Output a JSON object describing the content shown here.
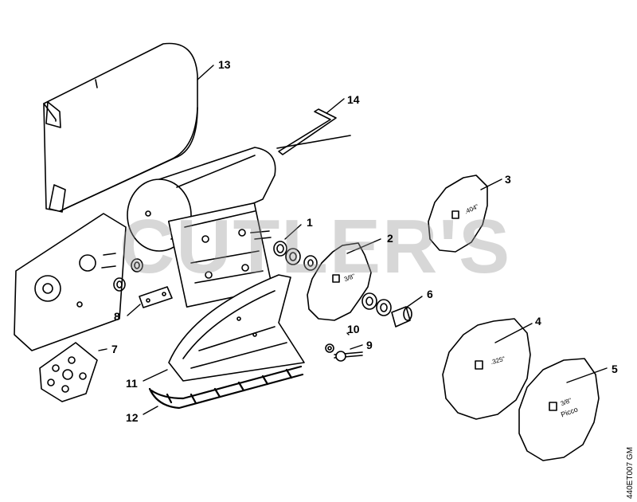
{
  "callouts": [
    "1",
    "2",
    "3",
    "4",
    "5",
    "6",
    "7",
    "8",
    "9",
    "10",
    "11",
    "12",
    "13",
    "14"
  ],
  "watermark": "CUTLER'S",
  "drawing_code": "440ET007 GM",
  "blade_labels": {
    "disc_2": "3/8\"",
    "disc_3": ".404\"",
    "disc_4": ".325\"",
    "disc_5_top": "3/8\"",
    "disc_5_bottom": "Picco"
  },
  "colors": {
    "line": "#000000",
    "watermark": "#969696"
  }
}
